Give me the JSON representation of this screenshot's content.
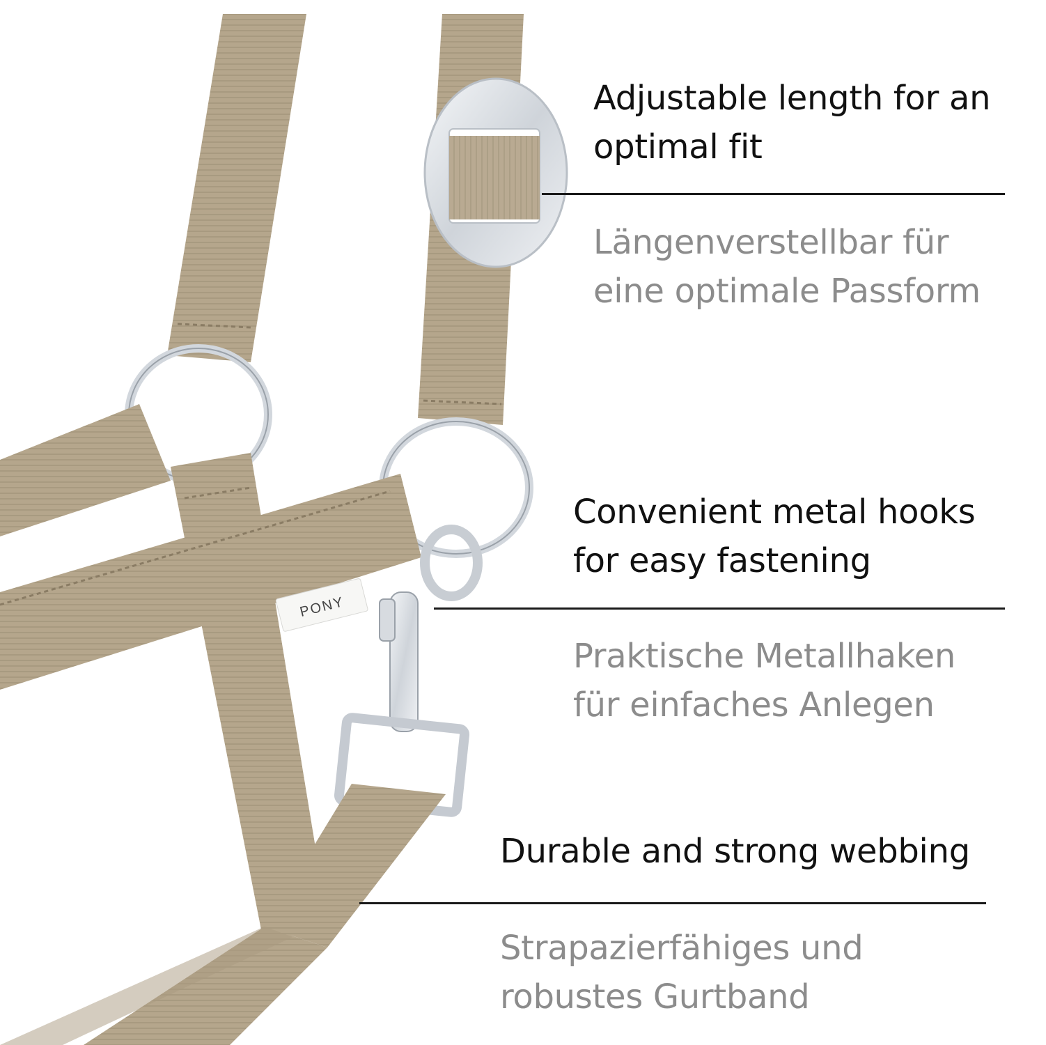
{
  "colors": {
    "webbing": "#b5a68c",
    "webbing_dark": "#9c8d74",
    "metal": "#dfe3e8",
    "heading_text": "#111111",
    "subtext": "#8c8c8c",
    "rule": "#1a1a1a"
  },
  "label_tag": "PONY",
  "features": [
    {
      "heading": "Adjustable length for an optimal fit",
      "heading_lines": [
        "Adjustable length for an",
        "optimal fit"
      ],
      "subtext_lines": [
        "Längenverstellbar für",
        "eine optimale Passform"
      ]
    },
    {
      "heading": "Convenient metal hooks for easy fastening",
      "heading_lines": [
        "Convenient metal hooks",
        "for easy fastening"
      ],
      "subtext_lines": [
        "Praktische Metallhaken",
        "für einfaches Anlegen"
      ]
    },
    {
      "heading": "Durable and strong webbing",
      "heading_lines": [
        "Durable and strong webbing"
      ],
      "subtext_lines": [
        "Strapazierfähiges und",
        "robustes Gurtband"
      ]
    }
  ]
}
